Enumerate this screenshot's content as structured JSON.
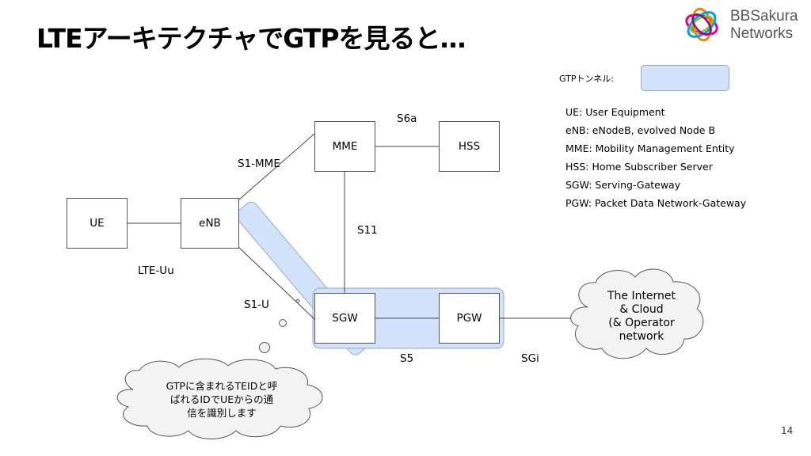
{
  "title": "LTEアーキテクチャでGTPを見ると…",
  "logo": {
    "line1": "BBSakura",
    "line2": "Networks",
    "icon": "bbsakura-flower-logo-icon"
  },
  "legend": {
    "label": "GTPトンネル:"
  },
  "abbreviations": [
    "UE: User Equipment",
    "eNB: eNodeB, evolved Node B",
    "MME: Mobility Management Entity",
    "HSS: Home Subscriber Server",
    "SGW: Serving-Gateway",
    "PGW: Packet Data Network-Gateway"
  ],
  "nodes": {
    "ue": "UE",
    "enb": "eNB",
    "mme": "MME",
    "hss": "HSS",
    "sgw": "SGW",
    "pgw": "PGW"
  },
  "interfaces": {
    "lte_uu": "LTE-Uu",
    "s1_mme": "S1-MME",
    "s6a": "S6a",
    "s11": "S11",
    "s1_u": "S1-U",
    "s5": "S5",
    "sgi": "SGi"
  },
  "cloud": {
    "lines": [
      "The Internet",
      "& Cloud",
      "(& Operator",
      "network"
    ]
  },
  "callout": {
    "lines": [
      "GTPに含まれるTEIDと呼",
      "ばれるIDでUEからの通",
      "信を識別します"
    ]
  },
  "page_number": "14",
  "colors": {
    "tunnel_fill": "#d3e3fb",
    "tunnel_stroke": "#9aa7c2",
    "line": "#444444"
  }
}
